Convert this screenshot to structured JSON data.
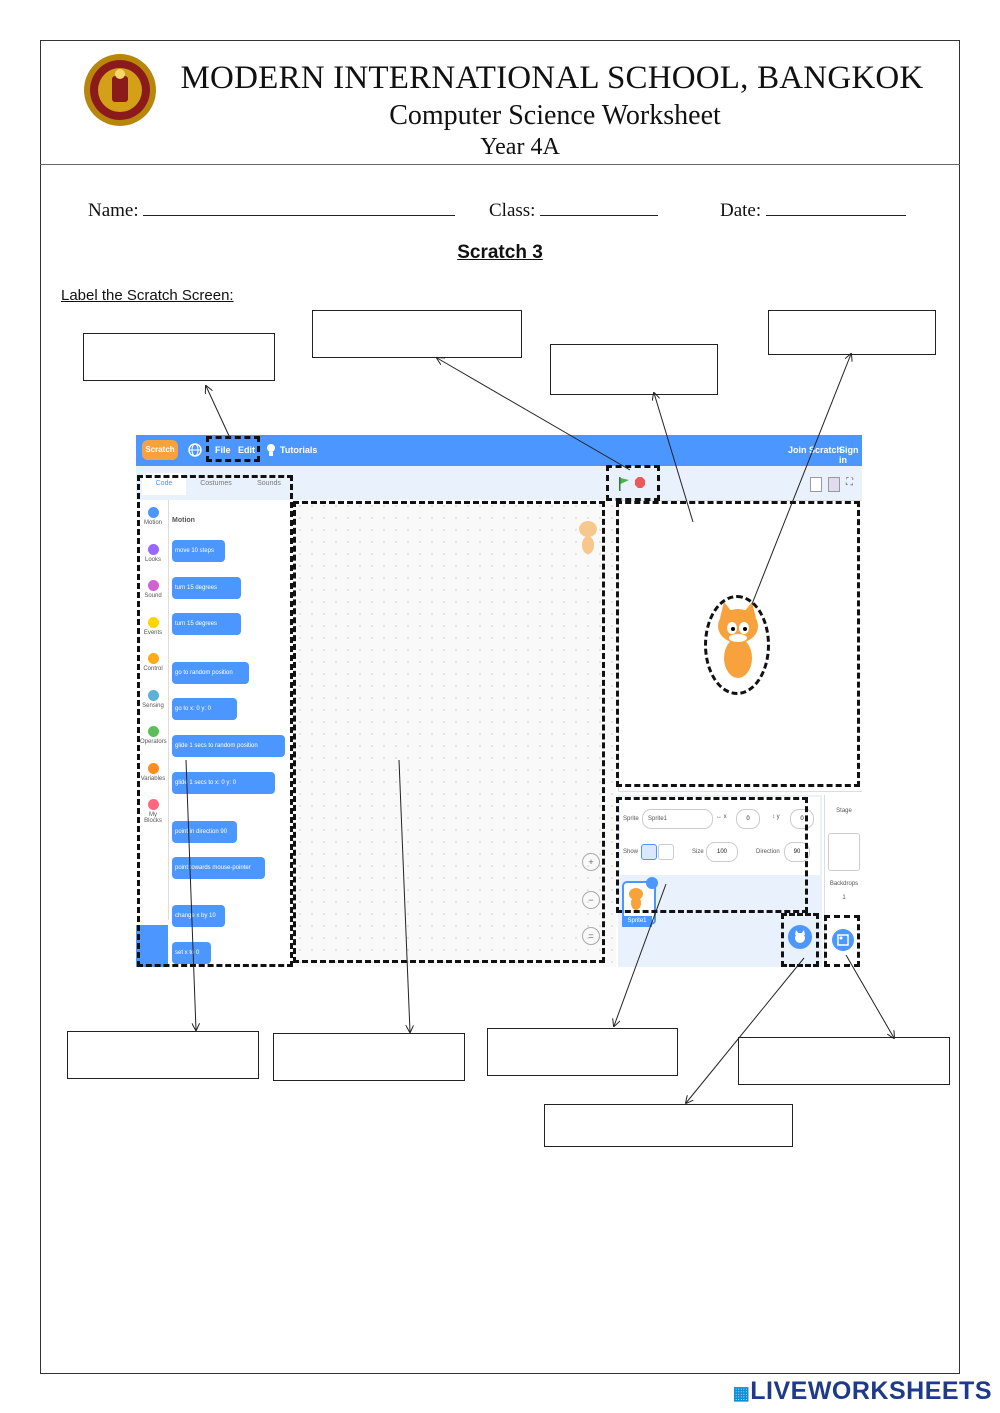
{
  "header": {
    "school": "MODERN INTERNATIONAL SCHOOL, BANGKOK",
    "subtitle": "Computer Science Worksheet",
    "year": "Year 4A"
  },
  "fields": {
    "name_label": "Name:",
    "class_label": "Class:",
    "date_label": "Date:"
  },
  "title": "Scratch 3",
  "instruction": "Label the Scratch Screen:",
  "answer_boxes": [
    "",
    "",
    "",
    "",
    "",
    "",
    "",
    "",
    "",
    ""
  ],
  "scratch": {
    "menu_file": "File",
    "menu_edit": "Edit",
    "menu_tutorials": "Tutorials",
    "join": "Join Scratch",
    "signin": "Sign in",
    "tab_code": "Code",
    "tab_costumes": "Costumes",
    "tab_sounds": "Sounds",
    "section": "Motion",
    "categories": [
      "Motion",
      "Looks",
      "Sound",
      "Events",
      "Control",
      "Sensing",
      "Operators",
      "Variables",
      "My Blocks"
    ],
    "category_colors": [
      "#4c97ff",
      "#9966ff",
      "#cf63cf",
      "#ffd500",
      "#ffab19",
      "#5cb1d6",
      "#59c059",
      "#ff8c1a",
      "#ff6680"
    ],
    "blocks": [
      "move 10 steps",
      "turn 15 degrees",
      "turn 15 degrees",
      "go to random position",
      "go to x: 0 y: 0",
      "glide 1 secs to random position",
      "glide 1 secs to x: 0 y: 0",
      "point in direction 90",
      "point towards mouse-pointer",
      "change x by 10",
      "set x to 0"
    ],
    "sprite_label": "Sprite",
    "sprite_name": "Sprite1",
    "x_label": "x",
    "y_label": "y",
    "x_value": "0",
    "y_value": "0",
    "show_label": "Show",
    "size_label": "Size",
    "size_value": "100",
    "direction_label": "Direction",
    "direction_value": "90",
    "stage_label": "Stage",
    "backdrops_label": "Backdrops",
    "backdrops_count": "1",
    "thumb_label": "Sprite1"
  },
  "footer": {
    "brand": "LIVEWORKSHEETS"
  }
}
